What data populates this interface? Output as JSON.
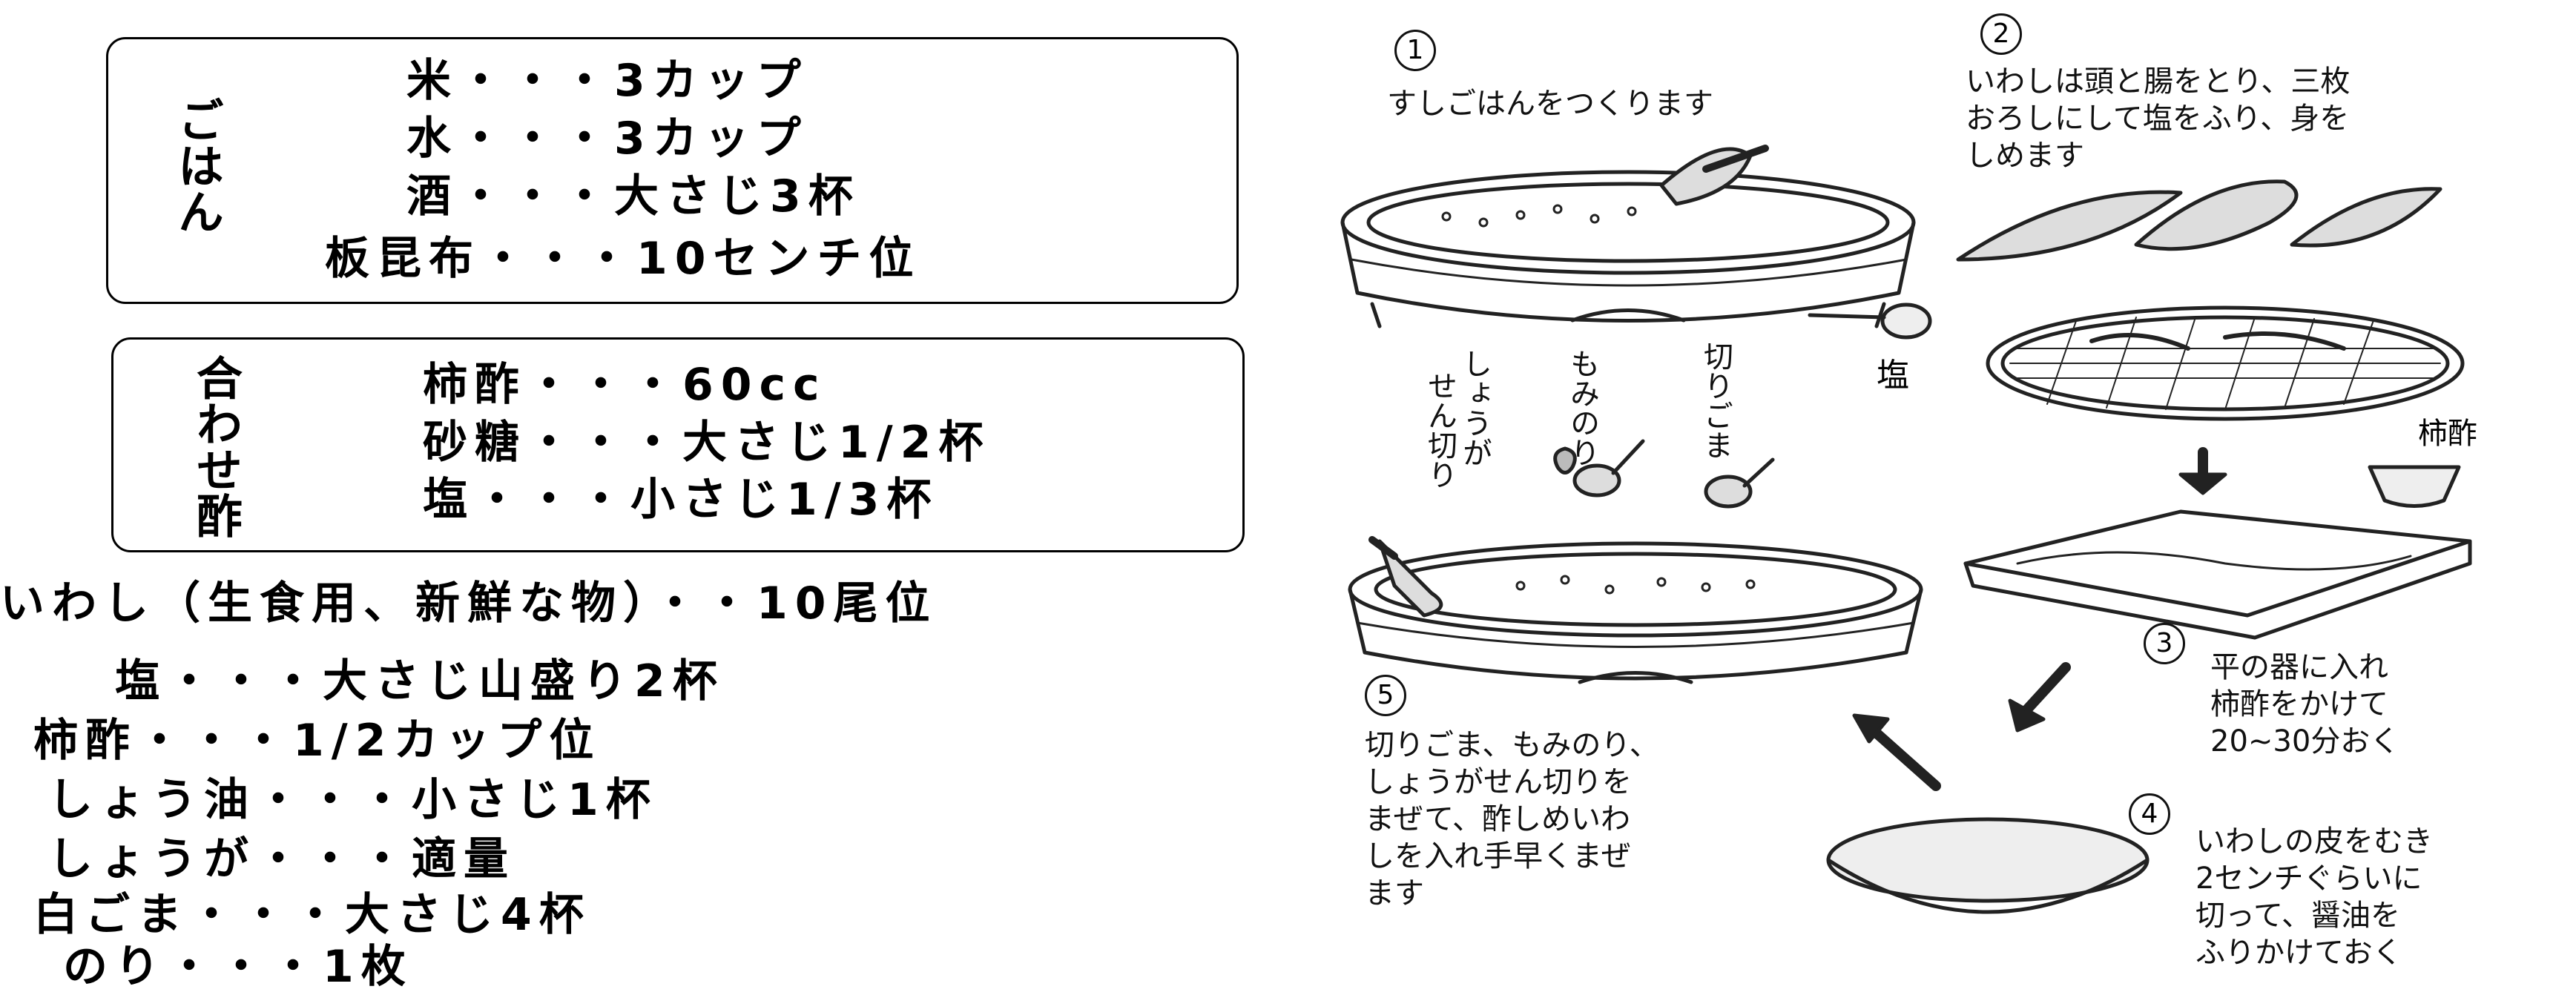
{
  "gohan": {
    "label": "ごはん",
    "lines": [
      "米・・・3カップ",
      "水・・・3カップ",
      "酒・・・大さじ3杯",
      "板昆布・・・10センチ位"
    ]
  },
  "awasezu": {
    "label": "合わせ酢",
    "lines": [
      "柿酢・・・60cc",
      "砂糖・・・大さじ1/2杯",
      "塩・・・小さじ1/3杯"
    ]
  },
  "ingredients": [
    "いわし（生食用、新鮮な物）・・10尾位",
    "塩・・・大さじ山盛り2杯",
    "柿酢・・・1/2カップ位",
    "しょう油・・・小さじ1杯",
    "しょうが・・・適量",
    "白ごま・・・大さじ4杯",
    "のり・・・1枚"
  ],
  "steps": [
    {
      "num": "1",
      "text": "すしごはんをつくります"
    },
    {
      "num": "2",
      "text": "いわしは頭と腸をとり、三枚\nおろしにして塩をふり、身を\nしめます"
    },
    {
      "num": "3",
      "text": "平の器に入れ\n柿酢をかけて\n20~30分おく"
    },
    {
      "num": "4",
      "text": "いわしの皮をむき\n2センチぐらいに\n切って、醤油を\nふりかけておく"
    },
    {
      "num": "5",
      "text": "切りごま、もみのり、\nしょうがせん切りを\nまぜて、酢しめいわ\nしを入れ手早くまぜ\nます"
    }
  ],
  "illustration_labels": {
    "shio": "塩",
    "kakisu": "柿酢",
    "shoga": "しょうがせん切り",
    "shoga_col1": "しょうが",
    "shoga_col2": "せん切り",
    "mominori": "もみのり",
    "kirigoma": "切りごま"
  }
}
